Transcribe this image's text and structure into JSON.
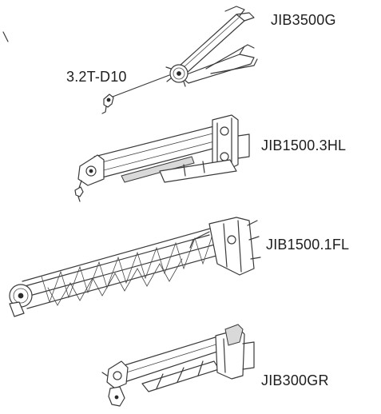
{
  "labels": {
    "jib3500g": "JIB3500G",
    "hook": "3.2T-D10",
    "jib1500_3hl": "JIB1500.3HL",
    "jib1500_1fl": "JIB1500.1FL",
    "jib300gr": "JIB300GR"
  },
  "colors": {
    "line": "#3a3a3a",
    "text": "#1e1e1e",
    "background": "#ffffff"
  }
}
